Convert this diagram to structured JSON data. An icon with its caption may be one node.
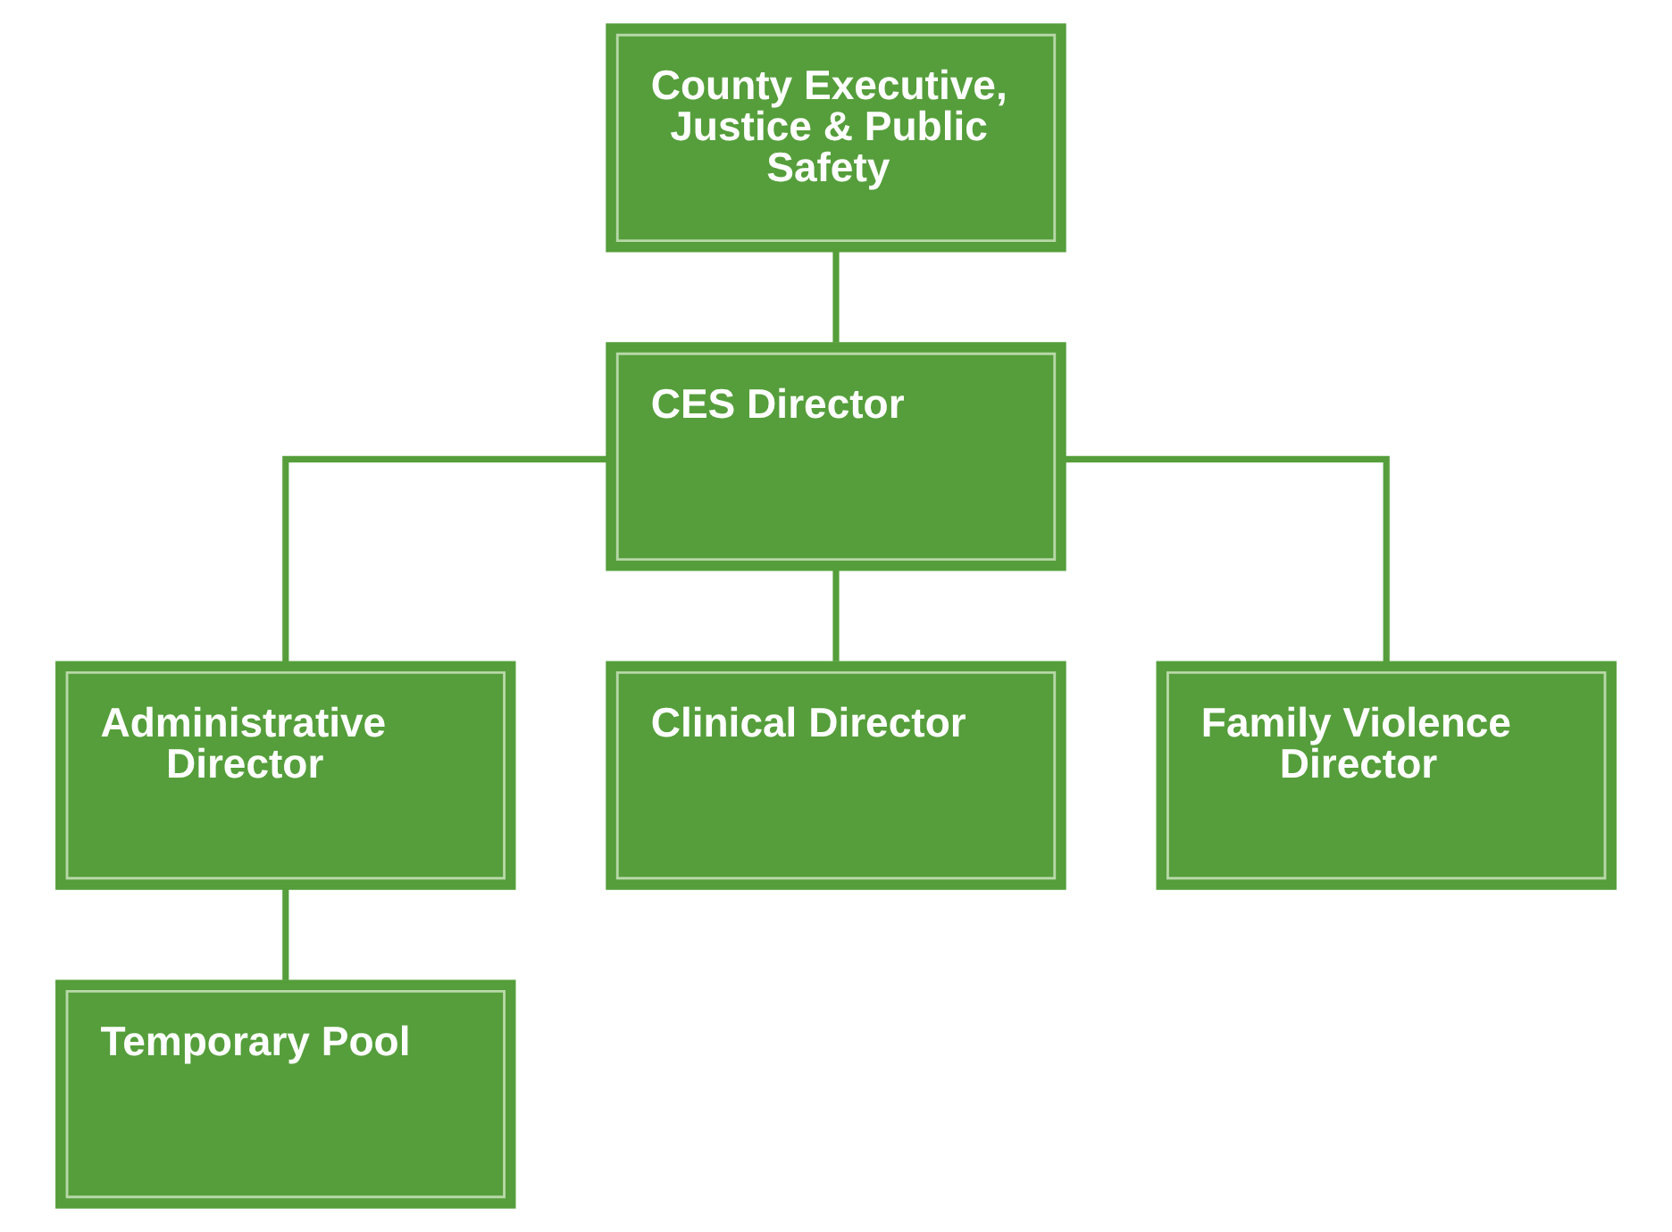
{
  "diagram": {
    "nodes": [
      {
        "text": [
          "County Executive, Justice & Public Safety"
        ]
      },
      {
        "text": [
          "CES Director"
        ]
      },
      {
        "text": [
          "Administrative Director"
        ]
      },
      {
        "text": [
          "Clinical Director"
        ]
      },
      {
        "text": [
          "Family Violence Director"
        ]
      },
      {
        "text": [
          "Temporary Pool"
        ]
      }
    ],
    "edges": [
      {
        "from": 0,
        "to": 1,
        "arrow": "none"
      },
      {
        "from": 1,
        "to": 2,
        "arrow": "none"
      },
      {
        "from": 1,
        "to": 3,
        "arrow": "none"
      },
      {
        "from": 1,
        "to": 4,
        "arrow": "none"
      },
      {
        "from": 2,
        "to": 5,
        "arrow": "none"
      }
    ]
  }
}
